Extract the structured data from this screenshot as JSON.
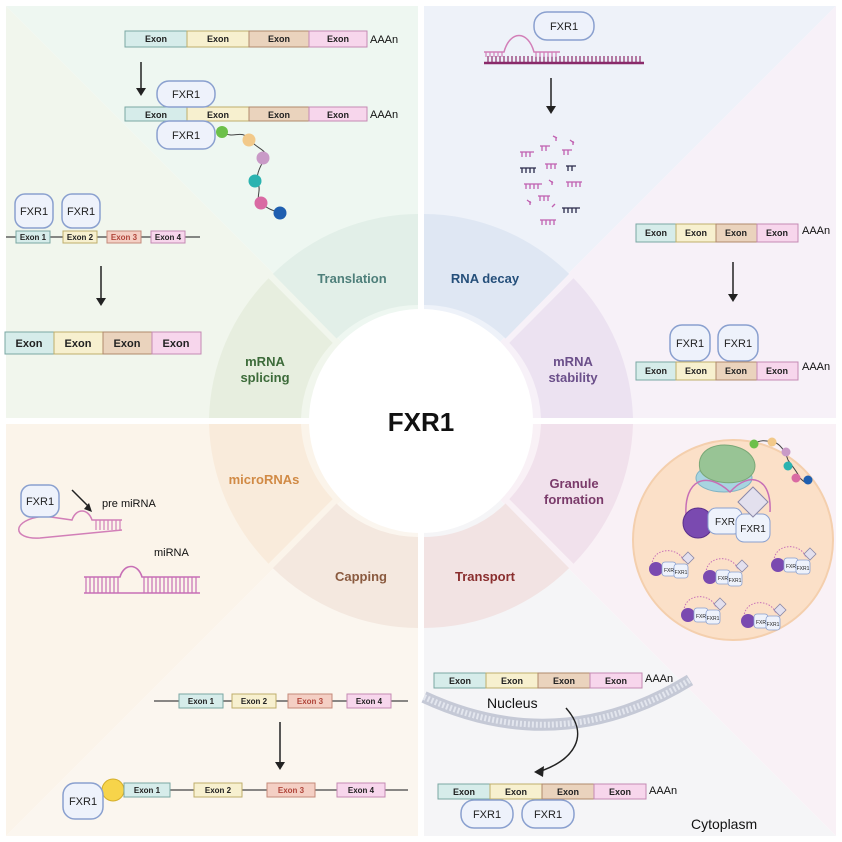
{
  "center_label": "FXR1",
  "segments": {
    "translation": "Translation",
    "rna_decay": "RNA decay",
    "mrna_stability": [
      "mRNA",
      "stability"
    ],
    "granule_formation": [
      "Granule",
      "formation"
    ],
    "transport": "Transport",
    "capping": "Capping",
    "micrornas": "microRNAs",
    "mrna_splicing": [
      "mRNA",
      "splicing"
    ]
  },
  "labels": {
    "exon": "Exon",
    "exon1": "Exon 1",
    "exon2": "Exon 2",
    "exon3": "Exon 3",
    "exon4": "Exon 4",
    "polya": "AAAn",
    "fxr1": "FXR1",
    "fxr_small": "FXR",
    "pre_mirna": "pre miRNA",
    "mirna": "miRNA",
    "nucleus": "Nucleus",
    "cytoplasm": "Cytoplasm"
  },
  "colors": {
    "exon_teal": "#d6ecea",
    "exon_yellow": "#f7f0cf",
    "exon_tan": "#ead3bd",
    "exon_pink": "#f7d6ec",
    "fxr_fill": "#eef2fb",
    "fxr_stroke": "#8aa0cf",
    "rna_magenta": "#c76fb6",
    "translation": "#4e7f7a",
    "rna_decay": "#254f7a",
    "stability": "#6b4f8a",
    "granule": "#7a3a6a",
    "transport": "#8a2e2e",
    "capping": "#8a5a3f",
    "micrornas": "#d18a45",
    "splicing": "#3d6b3a"
  }
}
